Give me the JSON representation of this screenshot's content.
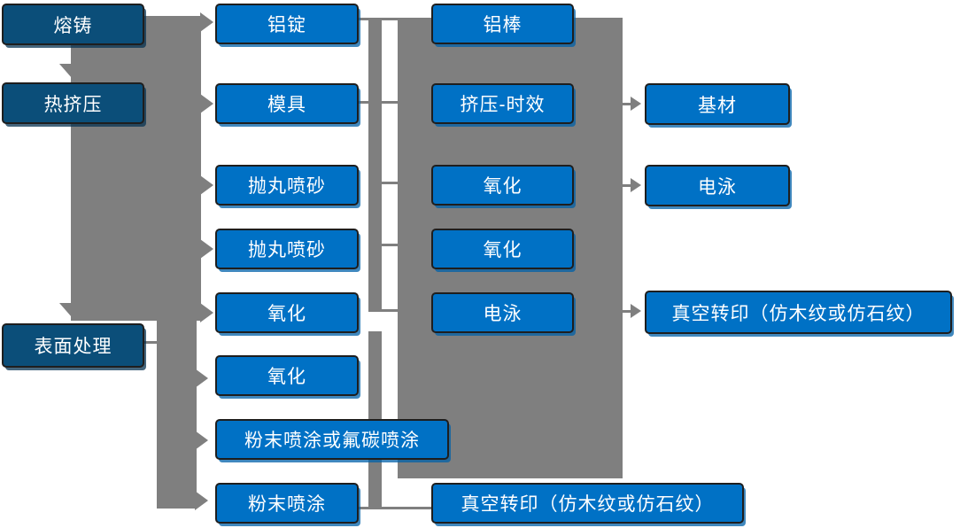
{
  "colors": {
    "node_bright": "#0071C5",
    "node_dark": "#0B4E79",
    "connector_gray": "#7F7F7F",
    "node_border": "#1E1E1E",
    "node_text": "#FFFFFF"
  },
  "nodes": {
    "col1": [
      {
        "label": "熔铸"
      },
      {
        "label": "热挤压"
      },
      {
        "label": "表面处理"
      }
    ],
    "col2": [
      {
        "label": "铝锭"
      },
      {
        "label": "模具"
      },
      {
        "label": "抛丸喷砂"
      },
      {
        "label": "抛丸喷砂"
      },
      {
        "label": "氧化"
      },
      {
        "label": "氧化"
      },
      {
        "label": "粉末喷涂或氟碳喷涂"
      },
      {
        "label": "粉末喷涂"
      }
    ],
    "col3": [
      {
        "label": "铝棒"
      },
      {
        "label": "挤压-时效"
      },
      {
        "label": "氧化"
      },
      {
        "label": "氧化"
      },
      {
        "label": "电泳"
      },
      {
        "label": "真空转印（仿木纹或仿石纹）"
      }
    ],
    "col4": [
      {
        "label": "基材"
      },
      {
        "label": "电泳"
      },
      {
        "label": "真空转印（仿木纹或仿石纹）"
      }
    ]
  }
}
